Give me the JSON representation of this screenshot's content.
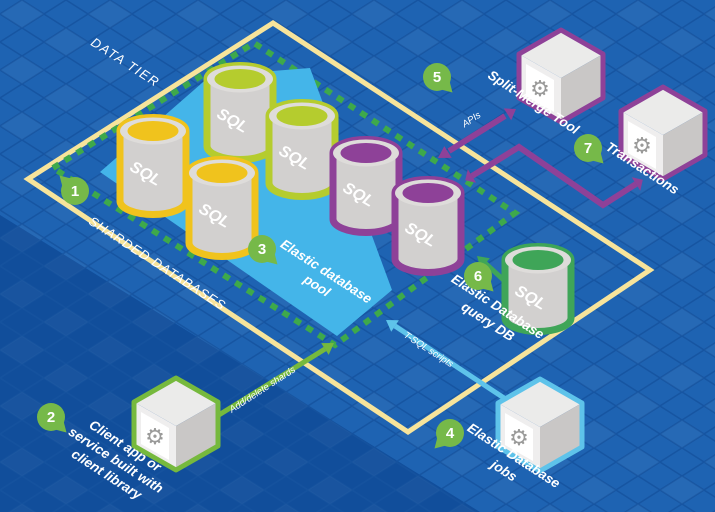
{
  "diagram": {
    "labels": {
      "data_tier": "DATA TIER",
      "sharded_databases": "SHARDED DATABASES",
      "pool_line1": "Elastic database",
      "pool_line2": "pool",
      "query_line1": "Elastic Database",
      "query_line2": "query DB",
      "jobs_line1": "Elastic Database",
      "jobs_line2": "jobs",
      "client_line1": "Client app or",
      "client_line2": "service built with",
      "client_line3": "client library",
      "split_merge": "Split-Merge Tool",
      "transactions": "Transactions",
      "sql": "SQL"
    },
    "arrow_labels": {
      "apis": "APIs",
      "add_delete_shards": "Add/delete shards",
      "tsql_scripts": "T-SQL scripts"
    },
    "badges": {
      "b1": "1",
      "b2": "2",
      "b3": "3",
      "b4": "4",
      "b5": "5",
      "b6": "6",
      "b7": "7"
    },
    "icons": {
      "gear": "⚙"
    },
    "colors": {
      "bg": "#1e63b2",
      "bg_dark": "#114e9b",
      "grid_line": "#1a57a8",
      "border_yellow": "#f7e49b",
      "dash_green": "#3ea94b",
      "pool_blue": "#44b5e9",
      "badge_green": "#76b949",
      "db_yellow": "#f0c31d",
      "db_lime": "#b5cc2e",
      "db_purple": "#8e4198",
      "db_green": "#3fa558",
      "cube_purple": "#8e4198",
      "cube_green": "#76b93d",
      "cube_blue": "#5ec3ea",
      "cyl_gray": "#d2d0cf"
    }
  }
}
